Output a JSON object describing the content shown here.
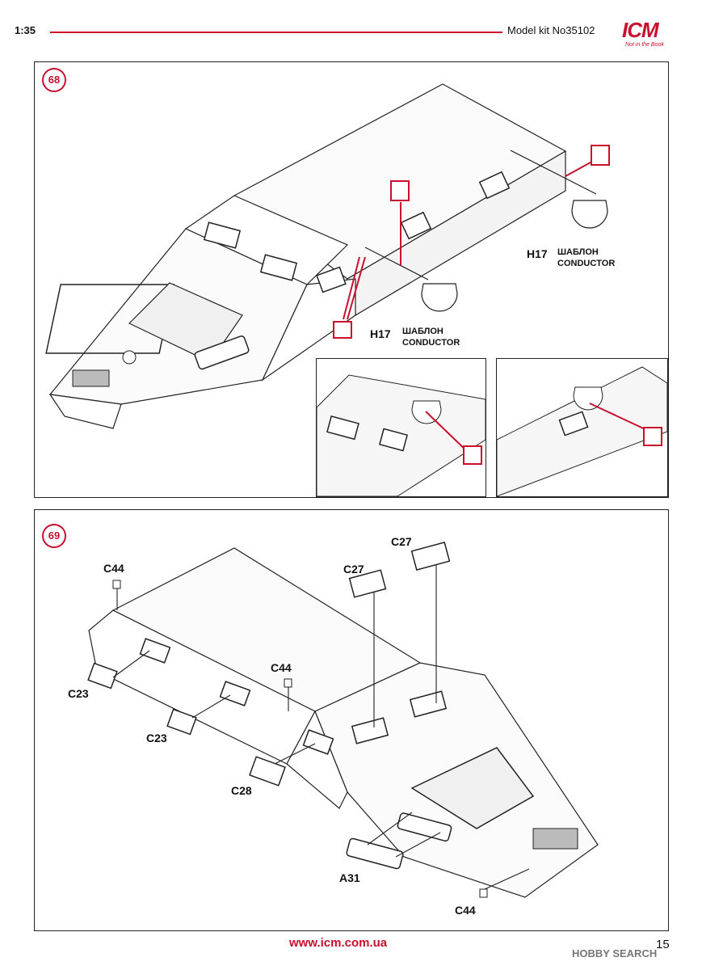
{
  "header": {
    "scale": "1:35",
    "kit": "Model kit No35102",
    "brand": "ICM",
    "brand_tagline": "Not in the Book"
  },
  "step68": {
    "number": "68",
    "h17_a": "H17",
    "conductor_a_ru": "ШАБЛОН",
    "conductor_a_en": "CONDUCTOR",
    "h17_b": "H17",
    "conductor_b_ru": "ШАБЛОН",
    "conductor_b_en": "CONDUCTOR"
  },
  "step69": {
    "number": "69",
    "labels": {
      "c44_top": "C44",
      "c23_a": "C23",
      "c23_b": "C23",
      "c44_mid": "C44",
      "c28": "C28",
      "c27_a": "C27",
      "c27_b": "C27",
      "a31": "A31",
      "c44_bottom": "C44"
    }
  },
  "footer": {
    "url": "www.icm.com.ua",
    "page": "15",
    "watermark": "HOBBY SEARCH"
  },
  "colors": {
    "accent": "#c8102e"
  }
}
